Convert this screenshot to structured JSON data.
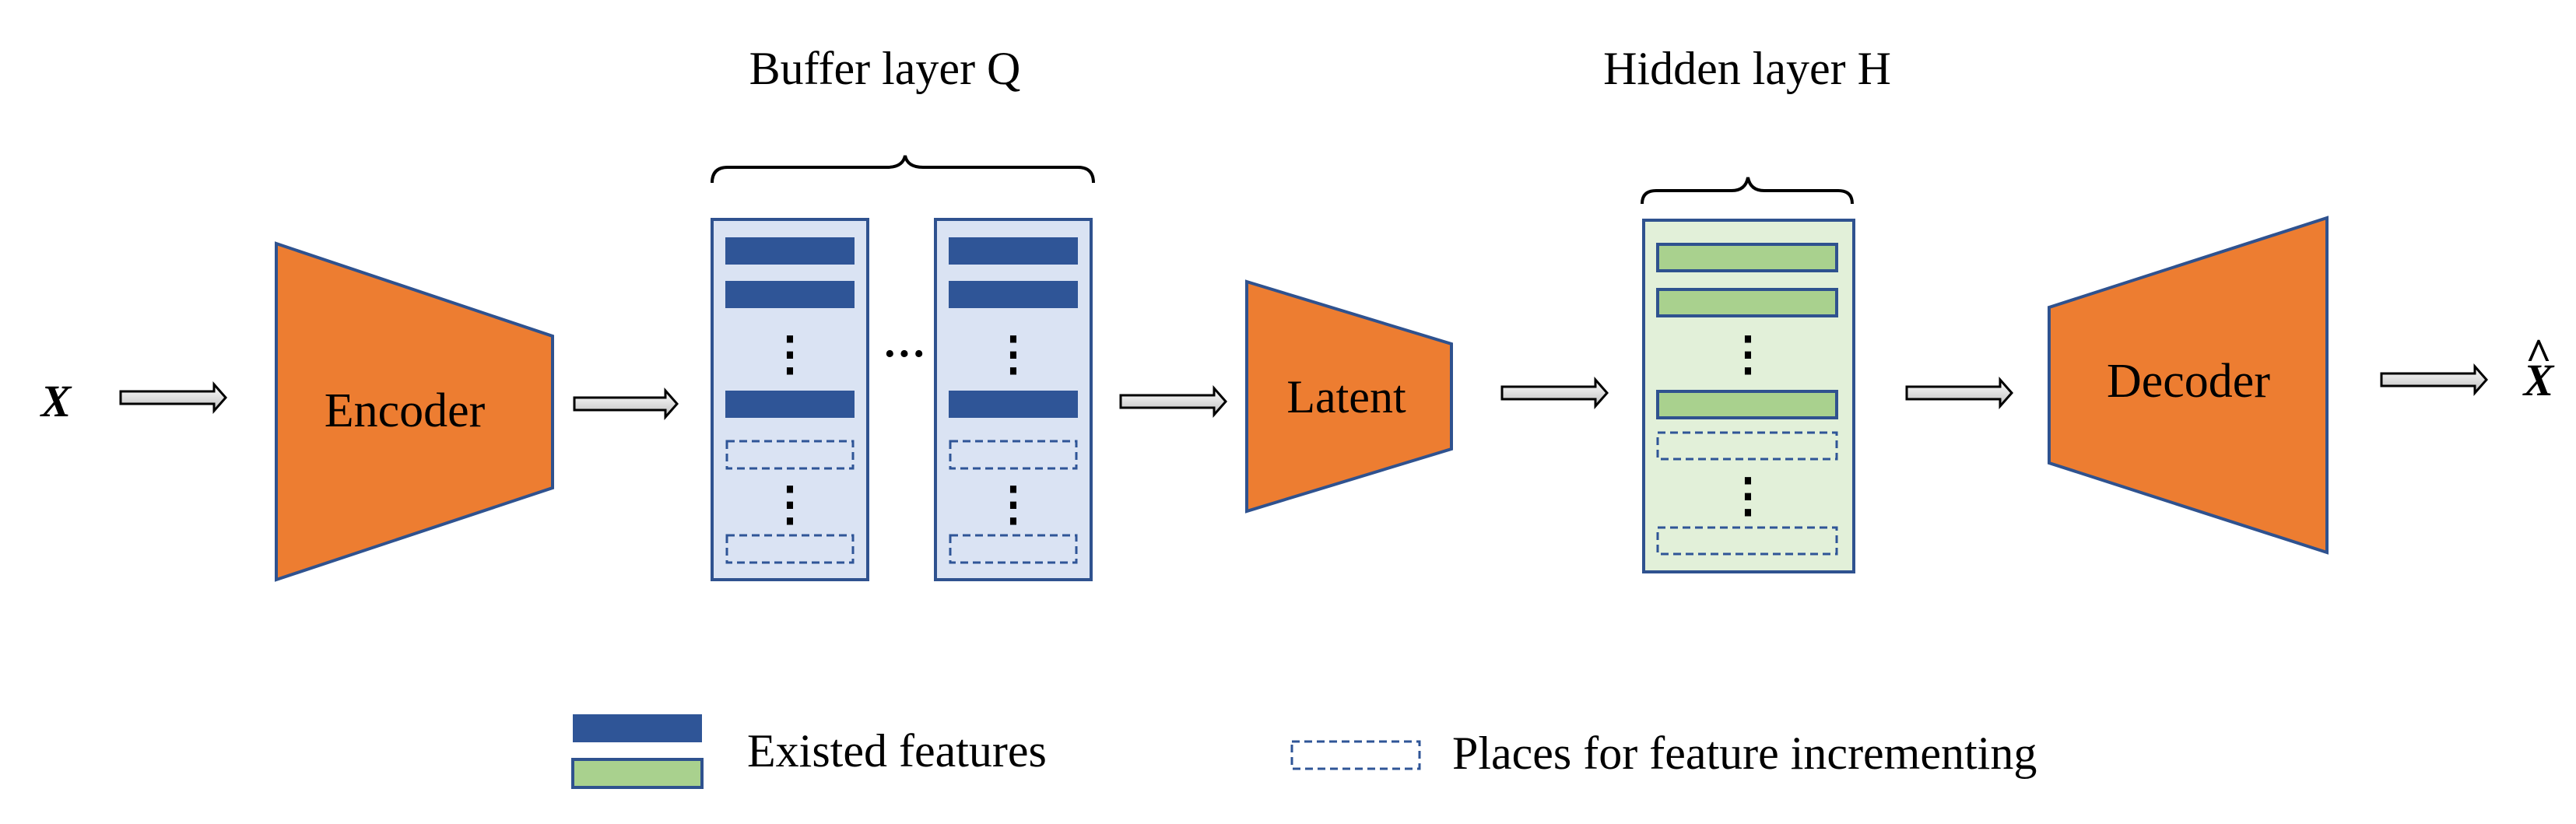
{
  "labels": {
    "input": "X",
    "output": "X",
    "output_hat": "^",
    "encoder": "Encoder",
    "latent": "Latent",
    "decoder": "Decoder",
    "buffer_layer": "Buffer layer Q",
    "hidden_layer": "Hidden layer H",
    "ellipsis_horizontal": "···",
    "ellipsis_vertical": "⋮"
  },
  "legend": {
    "existed_features": "Existed features",
    "places_for_increment": "Places for feature incrementing"
  },
  "colors": {
    "block_fill": "#ED7D31",
    "block_stroke": "#2F528F",
    "buffer_bg": "#DAE3F3",
    "hidden_bg": "#E2F0D9",
    "existed_blue": "#2F5597",
    "existed_green": "#A9D18E",
    "dashed_stroke": "#2F5597",
    "arrow_fill": "#D9D9D9"
  }
}
